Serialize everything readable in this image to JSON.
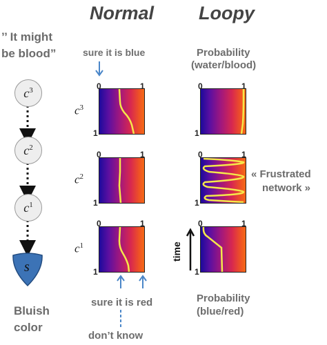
{
  "headings": {
    "normal": "Normal",
    "loopy": "Loopy"
  },
  "quote": {
    "line1": "’’ It might",
    "line2": "be blood”"
  },
  "bottom_left": {
    "line1": "Bluish",
    "line2": "color"
  },
  "chain": {
    "nodes": [
      {
        "base": "c",
        "sup": "3"
      },
      {
        "base": "c",
        "sup": "2"
      },
      {
        "base": "c",
        "sup": "1"
      }
    ],
    "source": {
      "label": "s",
      "color": "#3c73b6"
    }
  },
  "row_labels": [
    {
      "base": "c",
      "sup": "3"
    },
    {
      "base": "c",
      "sup": "2"
    },
    {
      "base": "c",
      "sup": "1"
    }
  ],
  "annotations": {
    "sure_blue": "sure it is blue",
    "sure_red": "sure it is red",
    "dont_know": "don’t know",
    "prob_top_line1": "Probability",
    "prob_top_line2": "(water/blood)",
    "prob_bottom_line1": "Probability",
    "prob_bottom_line2": "(blue/red)",
    "frustrated_line1": "« Frustrated",
    "frustrated_line2": "network »",
    "time": "time"
  },
  "ticks": {
    "zero": "0",
    "one": "1"
  },
  "colors": {
    "accent_blue": "#4a86c8",
    "curve": "#f5e84a",
    "node_fill": "#eeeeee"
  }
}
